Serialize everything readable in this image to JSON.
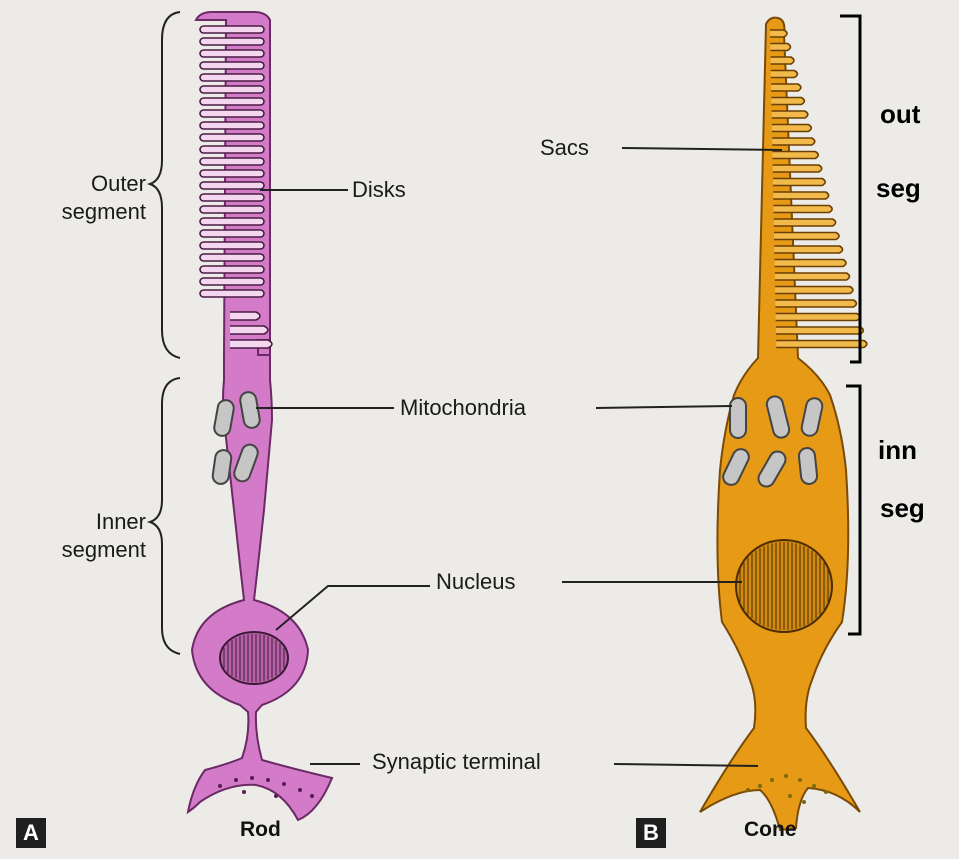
{
  "rod": {
    "outer_segment_label": "Outer\nsegment",
    "inner_segment_label": "Inner\nsegment",
    "disks_label": "Disks",
    "caption": "Rod",
    "panel_letter": "A",
    "fill_color": "#d37bc9"
  },
  "cone": {
    "sacs_label": "Sacs",
    "caption": "Cone",
    "panel_letter": "B",
    "fill_color": "#e69a16"
  },
  "shared": {
    "mitochondria_label": "Mitochondria",
    "nucleus_label": "Nucleus",
    "synaptic_label": "Synaptic terminal"
  },
  "annotations": {
    "out": "out",
    "seg_top": "seg",
    "inn": "inn",
    "seg_bottom": "seg"
  }
}
